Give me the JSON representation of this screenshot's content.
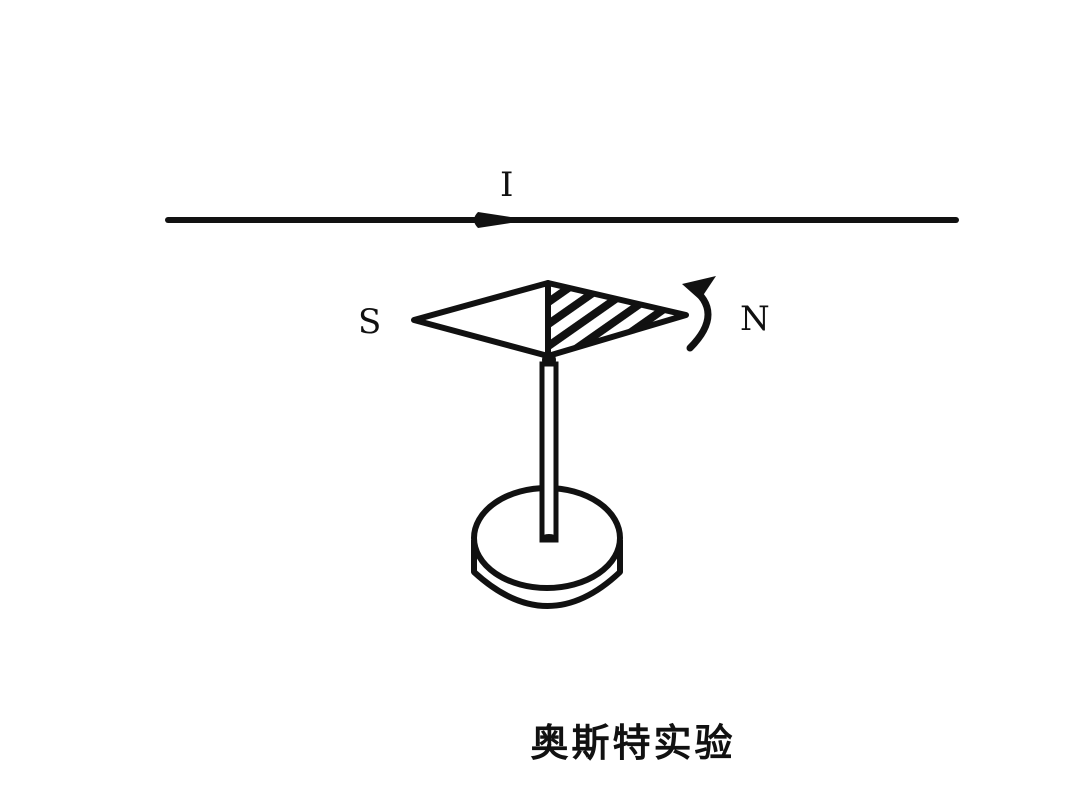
{
  "diagram": {
    "current_label": "I",
    "south_label": "S",
    "north_label": "N",
    "caption": "奥斯特实验"
  },
  "colors": {
    "ink": "#111111",
    "background": "#ffffff"
  },
  "icons": {
    "current_direction": "arrow-right-icon",
    "deflection": "curved-arrow-icon"
  }
}
